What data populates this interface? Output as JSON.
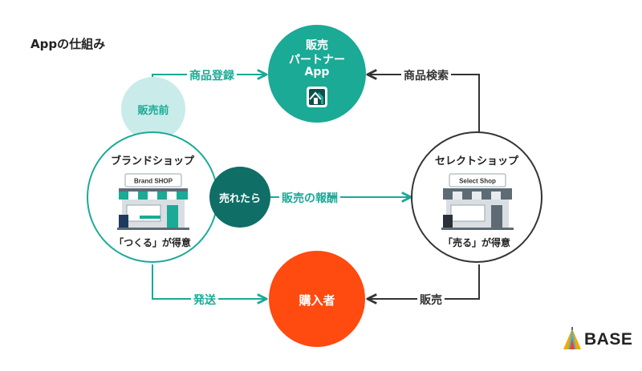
{
  "title": "Appの仕組み",
  "nodes": {
    "partner_app": {
      "line1": "販売",
      "line2": "パートナー",
      "line3": "App"
    },
    "before_sale": "販売前",
    "brand_shop": {
      "name": "ブランドショップ",
      "sign": "Brand SHOP",
      "caption": "「つくる」が得意"
    },
    "when_sold": "売れたら",
    "select_shop": {
      "name": "セレクトショップ",
      "sign": "Select Shop",
      "caption": "「売る」が得意"
    },
    "buyer": "購入者"
  },
  "edges": {
    "product_registration": "商品登録",
    "product_search": "商品検索",
    "sales_reward": "販売の報酬",
    "shipping": "発送",
    "selling": "販売"
  },
  "logo": "BASE",
  "colors": {
    "teal": "#1aaa96",
    "light_teal": "#c9ebea",
    "dark_teal": "#0f6e66",
    "orange": "#ff4a10",
    "dark": "#333333"
  }
}
